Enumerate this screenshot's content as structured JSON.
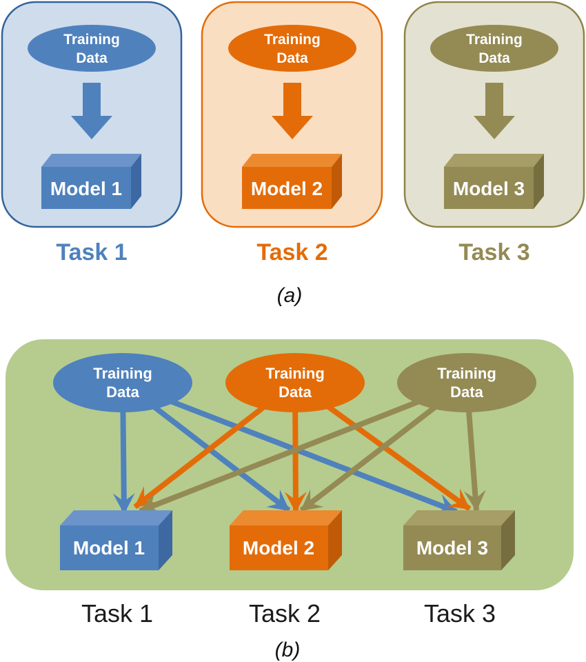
{
  "figure": {
    "description": "Comparison of single-task learning (a) and multi-task learning (b)",
    "caption_a": "(a)",
    "caption_b": "(b)",
    "colors": {
      "blue": "#4F81BD",
      "orange": "#E36C09",
      "olive": "#948A54",
      "green_bg": "#B5CC8E",
      "text_black": "#1B1B1B",
      "text_white": "#FFFFFF"
    },
    "section_a": {
      "panels": [
        {
          "task_label": "Task 1",
          "data_lines": [
            "Training",
            "Data"
          ],
          "model_label": "Model 1",
          "theme": "#4F81BD",
          "panel_fill": "#CFDCEB",
          "panel_border": "#31639C",
          "box_front": "#4E80BC",
          "box_top": "#6C94CA",
          "box_side": "#3D68A2",
          "task_color": "#4F81BD"
        },
        {
          "task_label": "Task 2",
          "data_lines": [
            "Training",
            "Data"
          ],
          "model_label": "Model 2",
          "theme": "#E36C09",
          "panel_fill": "#FADEC2",
          "panel_border": "#E36C09",
          "box_front": "#E36C09",
          "box_top": "#EC8A30",
          "box_side": "#C05A07",
          "task_color": "#E36C09"
        },
        {
          "task_label": "Task 3",
          "data_lines": [
            "Training",
            "Data"
          ],
          "model_label": "Model 3",
          "theme": "#948A54",
          "panel_fill": "#E3E1D1",
          "panel_border": "#8D8449",
          "box_front": "#948A54",
          "box_top": "#A79D66",
          "box_side": "#776E40",
          "task_color": "#948A54"
        }
      ]
    },
    "section_b": {
      "bg": "#B5CC8E",
      "sources": [
        {
          "data_lines": [
            "Training",
            "Data"
          ],
          "color": "#4F81BD"
        },
        {
          "data_lines": [
            "Training",
            "Data"
          ],
          "color": "#E36C09"
        },
        {
          "data_lines": [
            "Training",
            "Data"
          ],
          "color": "#948A54"
        }
      ],
      "models": [
        {
          "label": "Model 1",
          "front": "#4E80BC",
          "top": "#6C94CA",
          "side": "#3D68A2"
        },
        {
          "label": "Model 2",
          "front": "#E36C09",
          "top": "#EC8A30",
          "side": "#C05A07"
        },
        {
          "label": "Model 3",
          "front": "#948A54",
          "top": "#A79D66",
          "side": "#776E40"
        }
      ],
      "task_labels": [
        "Task 1",
        "Task 2",
        "Task 3"
      ],
      "edges": [
        {
          "from": "training-data-1",
          "to": "model-1",
          "color": "blue"
        },
        {
          "from": "training-data-1",
          "to": "model-2",
          "color": "blue"
        },
        {
          "from": "training-data-1",
          "to": "model-3",
          "color": "blue"
        },
        {
          "from": "training-data-2",
          "to": "model-1",
          "color": "orange"
        },
        {
          "from": "training-data-2",
          "to": "model-2",
          "color": "orange"
        },
        {
          "from": "training-data-2",
          "to": "model-3",
          "color": "orange"
        },
        {
          "from": "training-data-3",
          "to": "model-1",
          "color": "olive"
        },
        {
          "from": "training-data-3",
          "to": "model-2",
          "color": "olive"
        },
        {
          "from": "training-data-3",
          "to": "model-3",
          "color": "olive"
        }
      ]
    }
  }
}
